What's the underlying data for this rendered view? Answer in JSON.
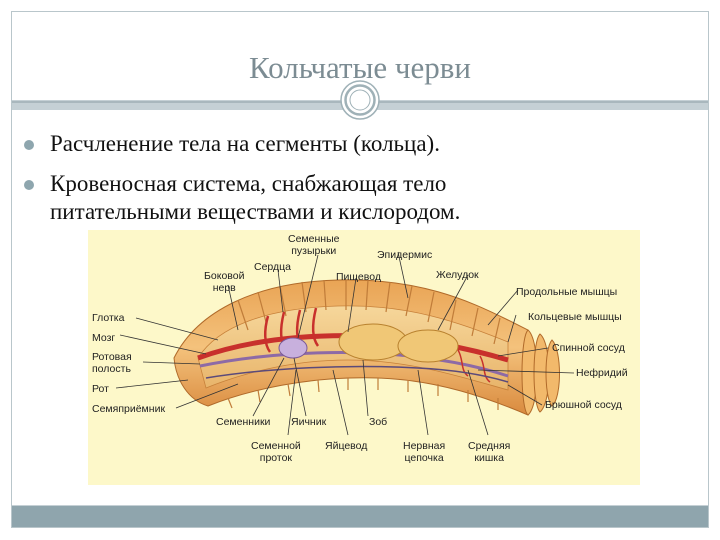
{
  "slide": {
    "title": "Кольчатые черви",
    "bullets": [
      {
        "line1": "Расчленение тела на сегменты (кольца)."
      },
      {
        "line1": "Кровеносная система, снабжающая тело",
        "line2": "питательными веществами и кислородом."
      }
    ]
  },
  "figure": {
    "labels": {
      "seminal_vesicles_1": "Семенные",
      "seminal_vesicles_2": "пузырьки",
      "hearts": "Сердца",
      "epidermis": "Эпидермис",
      "lateral_nerve_1": "Боковой",
      "lateral_nerve_2": "нерв",
      "esophagus": "Пищевод",
      "stomach": "Желудок",
      "longitudinal_muscles": "Продольные мышцы",
      "pharynx": "Глотка",
      "circular_muscles": "Кольцевые мышцы",
      "brain": "Мозг",
      "dorsal_vessel": "Спинной сосуд",
      "mouth_cavity_1": "Ротовая",
      "mouth_cavity_2": "полость",
      "nephridium": "Нефридий",
      "mouth": "Рот",
      "ventral_vessel": "Брюшной сосуд",
      "spermatheca": "Семяприёмник",
      "testes": "Семенники",
      "ovary": "Яичник",
      "crop": "Зоб",
      "sperm_duct_1": "Семенной",
      "sperm_duct_2": "проток",
      "oviduct": "Яйцевод",
      "nerve_chain_1": "Нервная",
      "nerve_chain_2": "цепочка",
      "midgut_1": "Средняя",
      "midgut_2": "кишка"
    }
  }
}
